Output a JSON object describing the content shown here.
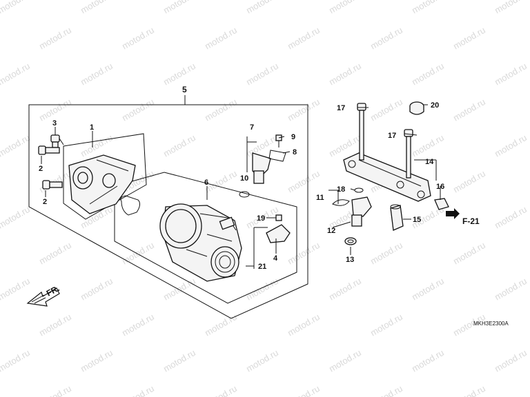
{
  "watermark": "motod.ru",
  "diagram_code": "MKH3E2300A",
  "direction_label": "FR.",
  "reference_label": "F-21",
  "callouts": {
    "c1": "1",
    "c2a": "2",
    "c2b": "2",
    "c3": "3",
    "c4": "4",
    "c5": "5",
    "c6": "6",
    "c7": "7",
    "c8": "8",
    "c9": "9",
    "c10": "10",
    "c11": "11",
    "c12": "12",
    "c13": "13",
    "c14": "14",
    "c15": "15",
    "c16": "16",
    "c17a": "17",
    "c17b": "17",
    "c18": "18",
    "c19": "19",
    "c20": "20",
    "c21": "21"
  }
}
